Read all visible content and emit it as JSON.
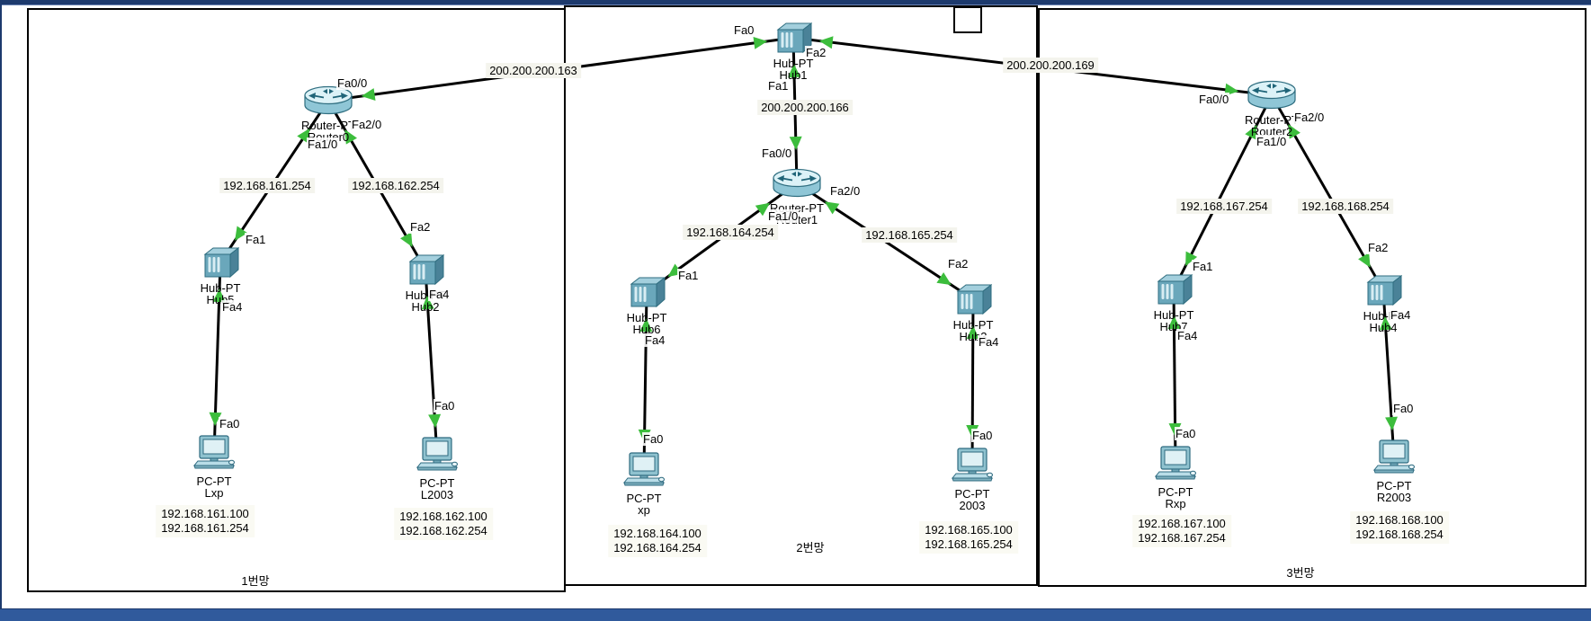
{
  "app": {
    "top_bar_color": "#1d3a6d",
    "bottom_bar_color": "#305a9c"
  },
  "colors": {
    "link": "#000000",
    "link_status_arrow": "#3cbd3c",
    "ip_label_bg": "#f4f4ed",
    "note_bg": "#fafaf3"
  },
  "networks": [
    {
      "label": "1번망"
    },
    {
      "label": "2번망"
    },
    {
      "label": "3번망"
    }
  ],
  "devices": [
    {
      "id": "Hub1",
      "kind": "hub",
      "model": "Hub-PT",
      "name": "Hub1"
    },
    {
      "id": "Router0",
      "kind": "router",
      "model": "Router-PT",
      "name": "Router0"
    },
    {
      "id": "Router1",
      "kind": "router",
      "model": "Router-PT",
      "name": "Router1"
    },
    {
      "id": "Router2",
      "kind": "router",
      "model": "Router-PT",
      "name": "Router2"
    },
    {
      "id": "Hub5",
      "kind": "hub",
      "model": "Hub-PT",
      "name": "Hub5"
    },
    {
      "id": "Hub2",
      "kind": "hub",
      "model": "Hub-PT",
      "name": "Hub2"
    },
    {
      "id": "Hub6",
      "kind": "hub",
      "model": "Hub-PT",
      "name": "Hub6"
    },
    {
      "id": "Hub3",
      "kind": "hub",
      "model": "Hub-PT",
      "name": "Hub3"
    },
    {
      "id": "Hub7",
      "kind": "hub",
      "model": "Hub-PT",
      "name": "Hub7"
    },
    {
      "id": "Hub4",
      "kind": "hub",
      "model": "Hub-PT",
      "name": "Hub4"
    },
    {
      "id": "Lxp",
      "kind": "pc",
      "model": "PC-PT",
      "name": "Lxp"
    },
    {
      "id": "L2003",
      "kind": "pc",
      "model": "PC-PT",
      "name": "L2003"
    },
    {
      "id": "xp",
      "kind": "pc",
      "model": "PC-PT",
      "name": "xp"
    },
    {
      "id": "2003",
      "kind": "pc",
      "model": "PC-PT",
      "name": "2003"
    },
    {
      "id": "Rxp",
      "kind": "pc",
      "model": "PC-PT",
      "name": "Rxp"
    },
    {
      "id": "R2003",
      "kind": "pc",
      "model": "PC-PT",
      "name": "R2003"
    }
  ],
  "links": [
    {
      "from": "Hub1",
      "from_port": "Fa0",
      "to": "Router0",
      "to_port": "Fa0/0",
      "ip": "200.200.200.163"
    },
    {
      "from": "Hub1",
      "from_port": "Fa2",
      "to": "Router2",
      "to_port": "Fa0/0",
      "ip": "200.200.200.169"
    },
    {
      "from": "Hub1",
      "from_port": "Fa1",
      "to": "Router1",
      "to_port": "Fa0/0",
      "ip": "200.200.200.166"
    },
    {
      "from": "Router0",
      "from_port": "Fa1/0",
      "to": "Hub5",
      "to_port": "Fa1",
      "ip": "192.168.161.254"
    },
    {
      "from": "Router0",
      "from_port": "Fa2/0",
      "to": "Hub2",
      "to_port": "Fa2",
      "ip": "192.168.162.254"
    },
    {
      "from": "Hub5",
      "from_port": "Fa4",
      "to": "Lxp",
      "to_port": "Fa0",
      "ip": null
    },
    {
      "from": "Hub2",
      "from_port": "Fa4",
      "to": "L2003",
      "to_port": "Fa0",
      "ip": null
    },
    {
      "from": "Router1",
      "from_port": "Fa1/0",
      "to": "Hub6",
      "to_port": "Fa1",
      "ip": "192.168.164.254"
    },
    {
      "from": "Router1",
      "from_port": "Fa2/0",
      "to": "Hub3",
      "to_port": "Fa2",
      "ip": "192.168.165.254"
    },
    {
      "from": "Hub6",
      "from_port": "Fa4",
      "to": "xp",
      "to_port": "Fa0",
      "ip": null
    },
    {
      "from": "Hub3",
      "from_port": "Fa4",
      "to": "2003",
      "to_port": "Fa0",
      "ip": null
    },
    {
      "from": "Router2",
      "from_port": "Fa1/0",
      "to": "Hub7",
      "to_port": "Fa1",
      "ip": "192.168.167.254"
    },
    {
      "from": "Router2",
      "from_port": "Fa2/0",
      "to": "Hub4",
      "to_port": "Fa2",
      "ip": "192.168.168.254"
    },
    {
      "from": "Hub7",
      "from_port": "Fa4",
      "to": "Rxp",
      "to_port": "Fa0",
      "ip": null
    },
    {
      "from": "Hub4",
      "from_port": "Fa4",
      "to": "R2003",
      "to_port": "Fa0",
      "ip": null
    }
  ],
  "notes": [
    {
      "device": "Lxp",
      "lines": [
        "192.168.161.100",
        "192.168.161.254"
      ]
    },
    {
      "device": "L2003",
      "lines": [
        "192.168.162.100",
        "192.168.162.254"
      ]
    },
    {
      "device": "xp",
      "lines": [
        "192.168.164.100",
        "192.168.164.254"
      ]
    },
    {
      "device": "2003",
      "lines": [
        "192.168.165.100",
        "192.168.165.254"
      ]
    },
    {
      "device": "Rxp",
      "lines": [
        "192.168.167.100",
        "192.168.167.254"
      ]
    },
    {
      "device": "R2003",
      "lines": [
        "192.168.168.100",
        "192.168.168.254"
      ]
    }
  ]
}
